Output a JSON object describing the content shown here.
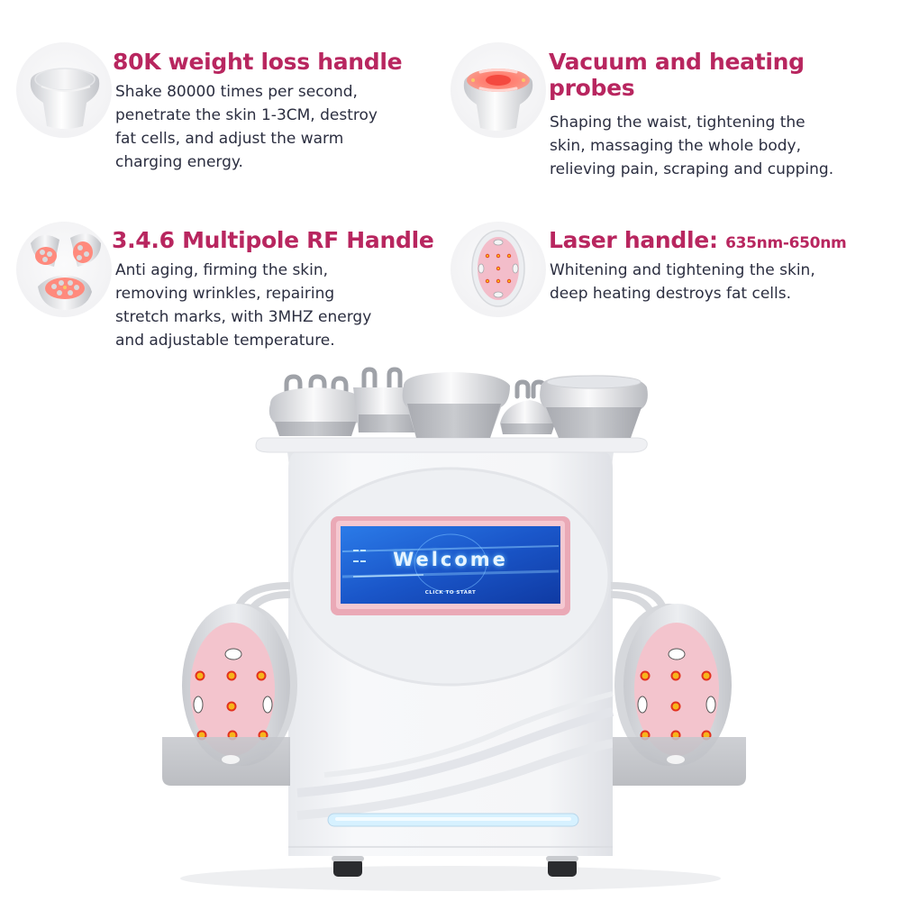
{
  "colors": {
    "heading": "#b8265f",
    "body_text": "#2b2e40",
    "pink_pad": "#f2c3cc",
    "led": "#f7b51a",
    "led_ring": "#e2321f",
    "screen_blue": "#1f5fd6",
    "screen_frame": "#e9a8b6",
    "light_bar": "#d6f1ff"
  },
  "features": [
    {
      "id": "80k-handle",
      "title": "80K weight loss handle",
      "lines": [
        "Shake 80000 times per second,",
        "penetrate the skin 1-3CM, destroy",
        "fat cells, and adjust the warm",
        "charging energy."
      ],
      "icon": "cavitation-handle-icon"
    },
    {
      "id": "vacuum-probes",
      "title_lines": [
        "Vacuum and heating",
        "probes"
      ],
      "lines": [
        "Shaping the waist, tightening the",
        "skin, massaging the whole body,",
        "relieving pain, scraping and cupping."
      ],
      "icon": "vacuum-probe-icon"
    },
    {
      "id": "rf-handle",
      "title": "3.4.6 Multipole RF Handle",
      "lines": [
        "Anti aging, firming the skin,",
        "removing wrinkles, repairing",
        "stretch marks, with 3MHZ energy",
        "and adjustable temperature."
      ],
      "icon": "rf-handle-icon"
    },
    {
      "id": "laser-handle",
      "title": "Laser handle:",
      "title_sub": "635nm-650nm",
      "lines": [
        "Whitening and tightening the skin,",
        "deep heating destroys fat cells."
      ],
      "icon": "laser-pad-icon"
    }
  ],
  "device": {
    "screen_title": "Welcome",
    "screen_subtitle": "CLICK TO START"
  }
}
